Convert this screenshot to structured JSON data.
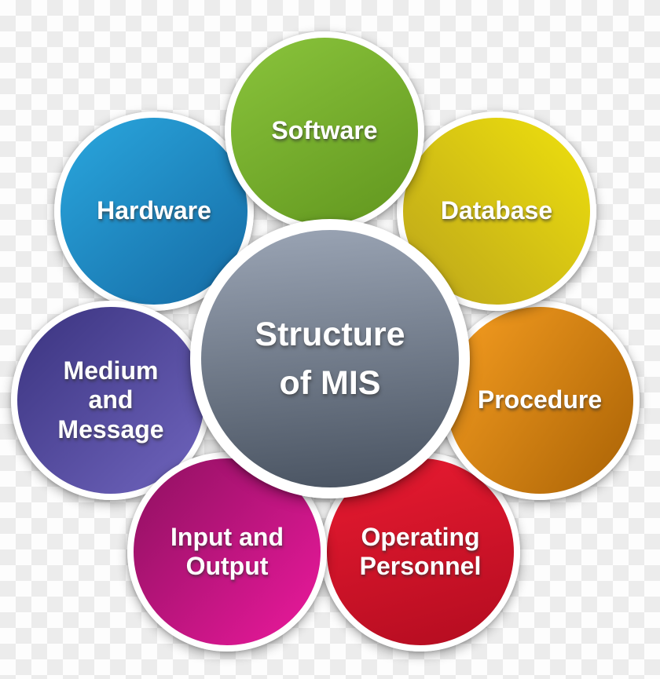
{
  "diagram": {
    "type": "flower-diagram",
    "center": {
      "name": "structure-of-mis",
      "label": "Structure\nof MIS",
      "gradient": {
        "angle": 175,
        "from": "#9ba5b5",
        "to": "#485260"
      }
    },
    "petals": [
      {
        "name": "software",
        "label": "Software",
        "gradient": {
          "angle": 150,
          "from": "#8ac43c",
          "to": "#61961e"
        }
      },
      {
        "name": "database",
        "label": "Database",
        "gradient": {
          "angle": 225,
          "from": "#efe10d",
          "to": "#bba41b"
        }
      },
      {
        "name": "procedure",
        "label": "Procedure",
        "gradient": {
          "angle": 125,
          "from": "#f79e21",
          "to": "#a96205"
        }
      },
      {
        "name": "operating-personnel",
        "label": "Operating\nPersonnel",
        "gradient": {
          "angle": 165,
          "from": "#e91b31",
          "to": "#b30c20"
        }
      },
      {
        "name": "input-and-output",
        "label": "Input and\nOutput",
        "gradient": {
          "angle": 130,
          "from": "#8e1160",
          "to": "#ec199d"
        }
      },
      {
        "name": "medium-and-message",
        "label": "Medium\nand\nMessage",
        "gradient": {
          "angle": 135,
          "from": "#3a337f",
          "to": "#7065be"
        }
      },
      {
        "name": "hardware",
        "label": "Hardware",
        "gradient": {
          "angle": 140,
          "from": "#2aa7de",
          "to": "#156aa4"
        }
      }
    ],
    "background": {
      "checker_light": "#fdfdfd",
      "checker_dark": "#ececec",
      "ring_color": "#ffffff"
    }
  }
}
